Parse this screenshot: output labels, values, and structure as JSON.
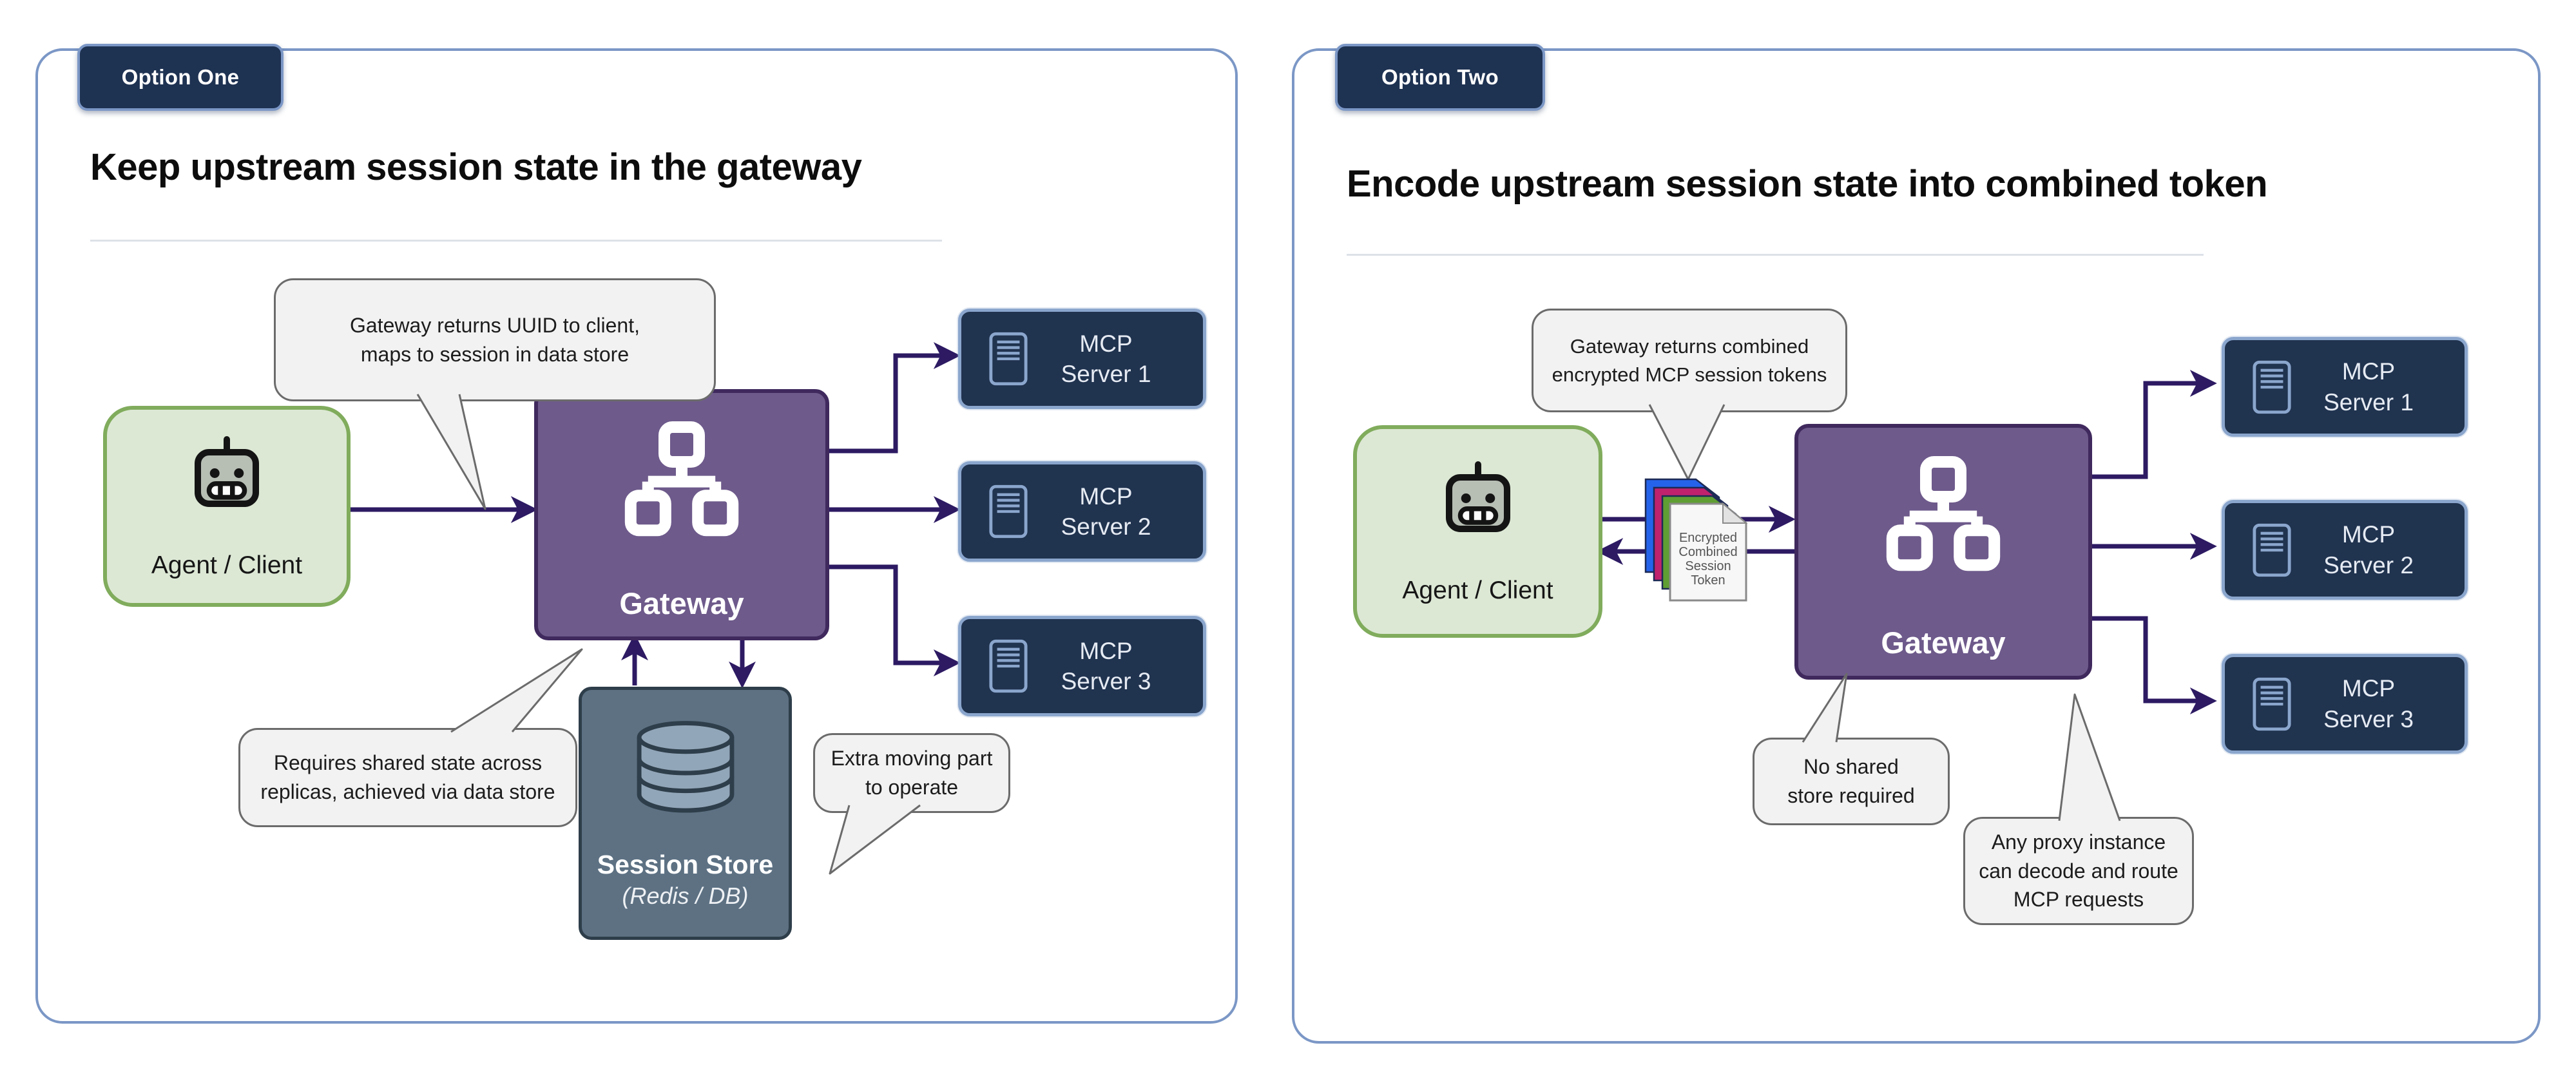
{
  "panels": [
    {
      "badge": "Option One",
      "title": "Keep upstream session state in the gateway",
      "agent_label": "Agent / Client",
      "gateway_label": "Gateway",
      "servers": [
        {
          "l1": "MCP",
          "l2": "Server 1"
        },
        {
          "l1": "MCP",
          "l2": "Server 2"
        },
        {
          "l1": "MCP",
          "l2": "Server 3"
        }
      ],
      "store": {
        "name": "Session Store",
        "sub": "(Redis / DB)"
      },
      "callouts": [
        {
          "lines": [
            "Gateway returns UUID to client,",
            "maps to session in data store"
          ]
        },
        {
          "lines": [
            "Requires shared state across",
            "replicas, achieved via data store"
          ]
        },
        {
          "lines": [
            "Extra moving part",
            "to operate"
          ]
        }
      ]
    },
    {
      "badge": "Option Two",
      "title": "Encode upstream session state into combined token",
      "agent_label": "Agent / Client",
      "gateway_label": "Gateway",
      "servers": [
        {
          "l1": "MCP",
          "l2": "Server 1"
        },
        {
          "l1": "MCP",
          "l2": "Server 2"
        },
        {
          "l1": "MCP",
          "l2": "Server 3"
        }
      ],
      "token": {
        "lines": [
          "Encrypted",
          "Combined",
          "Session",
          "Token"
        ]
      },
      "callouts": [
        {
          "lines": [
            "Gateway returns combined",
            "encrypted MCP session tokens"
          ]
        },
        {
          "lines": [
            "No shared",
            "store required"
          ]
        },
        {
          "lines": [
            "Any proxy instance",
            "can decode and route",
            "MCP requests"
          ]
        }
      ]
    }
  ],
  "colors": {
    "arrow": "#2d1a63",
    "panel_border": "#7b97c6",
    "badge_bg": "#1e3252",
    "agent_fill": "#dce8d4",
    "agent_border": "#80ac5c",
    "gateway_fill": "#6e5a8b",
    "gateway_border": "#3f295d",
    "server_fill": "#20334f",
    "server_border": "#8ba6cd",
    "store_fill": "#5d7183",
    "store_border": "#2e3e4a",
    "callout_fill": "#f2f2f2",
    "token_page_colors": [
      "#2563eb",
      "#c0226e",
      "#5f9e33",
      "#f7f7f7"
    ]
  }
}
